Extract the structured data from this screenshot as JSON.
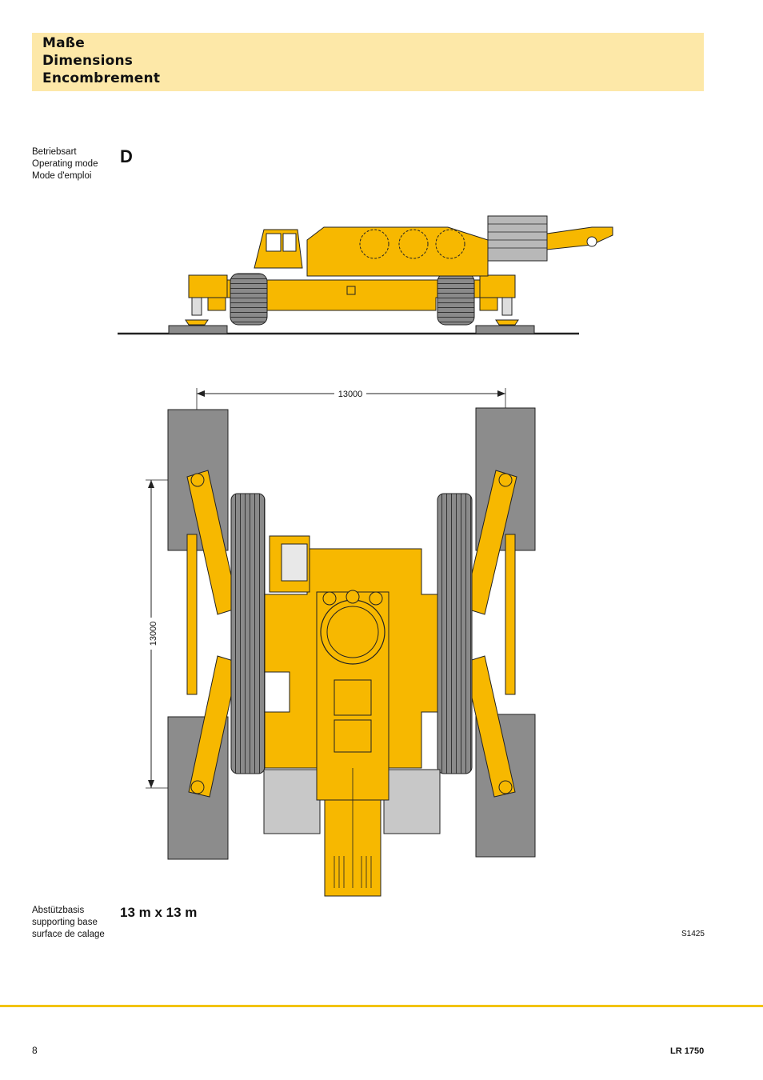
{
  "header": {
    "title_de": "Maße",
    "title_en": "Dimensions",
    "title_fr": "Encombrement"
  },
  "operating_mode": {
    "label_de": "Betriebsart",
    "label_en": "Operating mode",
    "label_fr": "Mode d'emploi",
    "value": "D"
  },
  "dimensions": {
    "width_label": "13000",
    "length_label": "13000"
  },
  "supporting_base": {
    "label_de": "Abstützbasis",
    "label_en": "supporting base",
    "label_fr": "surface de calage",
    "value": "13 m x 13 m"
  },
  "drawing_code": "S1425",
  "footer": {
    "page_number": "8",
    "model": "LR 1750"
  },
  "colors": {
    "header_band": "#fde8a8",
    "crane_yellow": "#f7b800",
    "pad_grey": "#8c8c8c",
    "footer_rule": "#f2c300"
  }
}
